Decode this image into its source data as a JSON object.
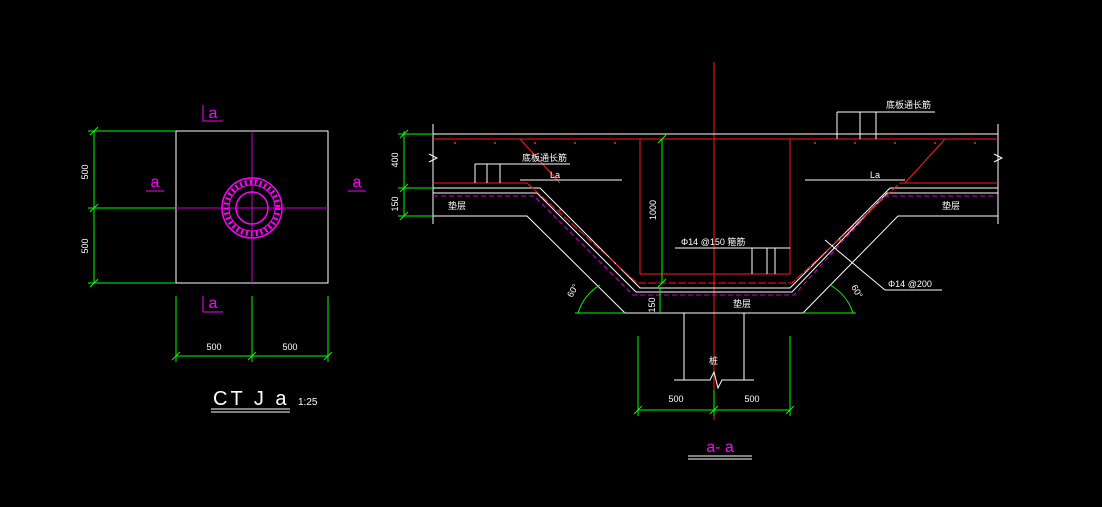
{
  "colors": {
    "background": "#000000",
    "outline": "#ffffff",
    "dimension": "#00ff00",
    "rebar": "#ff1a1a",
    "centerline": "#cc00cc",
    "pile": "#ff00ff",
    "label": "#ffffff",
    "section_mark": "#ff00ff"
  },
  "plan": {
    "section_mark_top": "a",
    "section_mark_bottom": "a",
    "section_mark_left": "a",
    "section_mark_right": "a",
    "dim_top": "500",
    "dim_bottom": "500",
    "dim_left": "500",
    "dim_right": "500",
    "title": "CT J a",
    "scale": "1:25"
  },
  "section": {
    "title": "a- a",
    "dim_slab": "400",
    "dim_cushion": "150",
    "dim_depth": "1000",
    "dim_bottom_cushion": "150",
    "dim_pile_left": "500",
    "dim_pile_right": "500",
    "angle_left": "60°",
    "angle_right": "60°",
    "label_top_rebar_right": "底板通长筋",
    "label_top_rebar_left": "底板通长筋",
    "label_la_left": "La",
    "label_la_right": "La",
    "label_cushion_left": "垫层",
    "label_cushion_right": "垫层",
    "label_cushion_bottom": "垫层",
    "label_stirrup": "Φ14 @150 箍筋",
    "label_rebar_slope": "Φ14 @200",
    "label_pile": "桩"
  }
}
